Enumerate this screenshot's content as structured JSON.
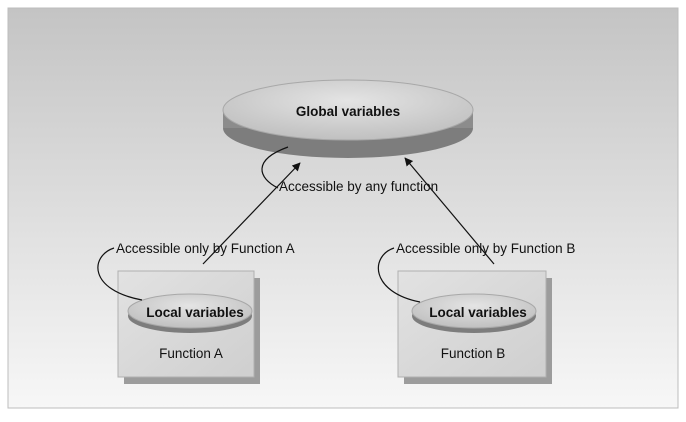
{
  "diagram": {
    "global_label": "Global variables",
    "any_function_label": "Accessible by any function",
    "function_a": {
      "accessible_label": "Accessible only by Function A",
      "local_label": "Local variables",
      "box_label": "Function A"
    },
    "function_b": {
      "accessible_label": "Accessible only by Function B",
      "local_label": "Local variables",
      "box_label": "Function B"
    }
  },
  "colors": {
    "background_top": "#c7c7c7",
    "background_bottom": "#f6f6f6",
    "ellipse_top": "#cfcfcf",
    "ellipse_side": "#8a8a8a",
    "box_fill": "#d9d9d9",
    "box_shadow": "#9a9a9a",
    "line": "#111111"
  }
}
